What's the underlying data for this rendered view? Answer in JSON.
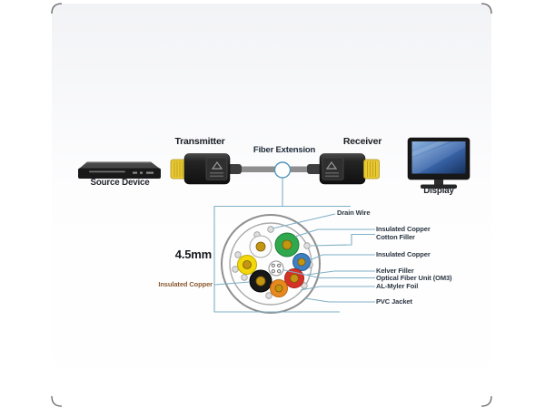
{
  "top_diagram": {
    "source_device": {
      "label": "Source Device"
    },
    "transmitter": {
      "label": "Transmitter"
    },
    "fiber_extension": {
      "label": "Fiber Extension"
    },
    "receiver": {
      "label": "Receiver"
    },
    "display": {
      "label": "Display"
    }
  },
  "cross_section": {
    "diameter": "4.5mm",
    "left_callout": "Insulated Copper",
    "callouts": [
      "Drain Wire",
      "Insulated Copper",
      "Cotton Filler",
      "Insulated Copper",
      "Kelver Filler",
      "Optical Fiber Unit (OM3)",
      "AL-Myler Foil",
      "PVC Jacket"
    ],
    "wire_colors": {
      "white": "#fbfbfb",
      "green": "#2fa84e",
      "yellow": "#f2d70a",
      "blue": "#3d7fc1",
      "black": "#181818",
      "red": "#d63126",
      "orange": "#e8891f",
      "conductor_gold": "#c49511"
    },
    "line_color": "#7fb0c6",
    "accent_blue": "#5596bb",
    "hdmi_plug_gold": "#e9c832"
  }
}
